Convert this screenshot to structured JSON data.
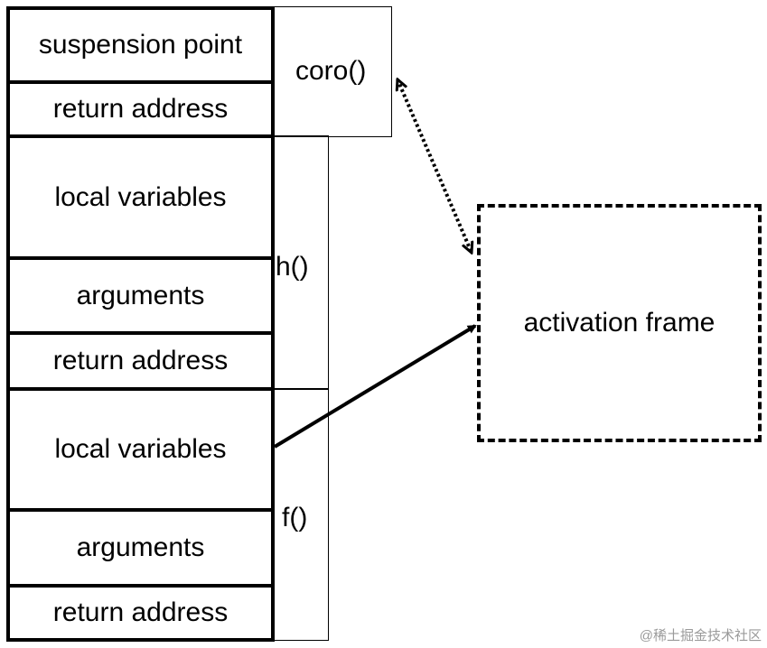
{
  "stack": {
    "cells": [
      "suspension point",
      "return address",
      "local variables",
      "arguments",
      "return address",
      "local variables",
      "arguments",
      "return address"
    ]
  },
  "frames": {
    "coro": "coro()",
    "h": "h()",
    "f": "f()"
  },
  "activation": {
    "label": "activation frame"
  },
  "watermark": "@稀土掘金技术社区"
}
